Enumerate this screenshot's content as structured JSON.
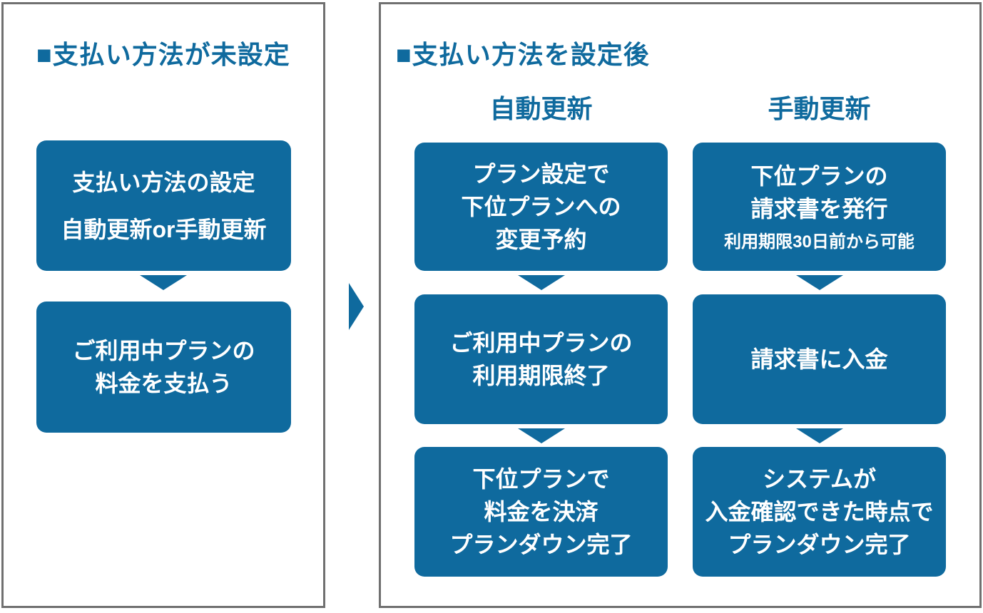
{
  "colors": {
    "accent": "#0f6a9e",
    "panel_border": "#707070",
    "box_text": "#ffffff",
    "background": "#ffffff"
  },
  "icons": {
    "down_arrow": "▼",
    "right_arrow": "▶"
  },
  "left_panel": {
    "title": "■支払い方法が未設定",
    "boxes": [
      {
        "lines": [
          "支払い方法の設定",
          "自動更新or手動更新"
        ]
      },
      {
        "lines": [
          "ご利用中プランの",
          "料金を支払う"
        ]
      }
    ]
  },
  "right_panel": {
    "title": "■支払い方法を設定後",
    "columns": [
      {
        "header": "自動更新",
        "boxes": [
          {
            "lines": [
              "プラン設定で",
              "下位プランへの",
              "変更予約"
            ]
          },
          {
            "lines": [
              "ご利用中プランの",
              "利用期限終了"
            ]
          },
          {
            "lines": [
              "下位プランで",
              "料金を決済",
              "プランダウン完了"
            ]
          }
        ]
      },
      {
        "header": "手動更新",
        "boxes": [
          {
            "lines": [
              "下位プランの",
              "請求書を発行"
            ],
            "note": "利用期限30日前から可能"
          },
          {
            "lines": [
              "請求書に入金"
            ]
          },
          {
            "lines": [
              "システムが",
              "入金確認できた時点で",
              "プランダウン完了"
            ]
          }
        ]
      }
    ]
  }
}
